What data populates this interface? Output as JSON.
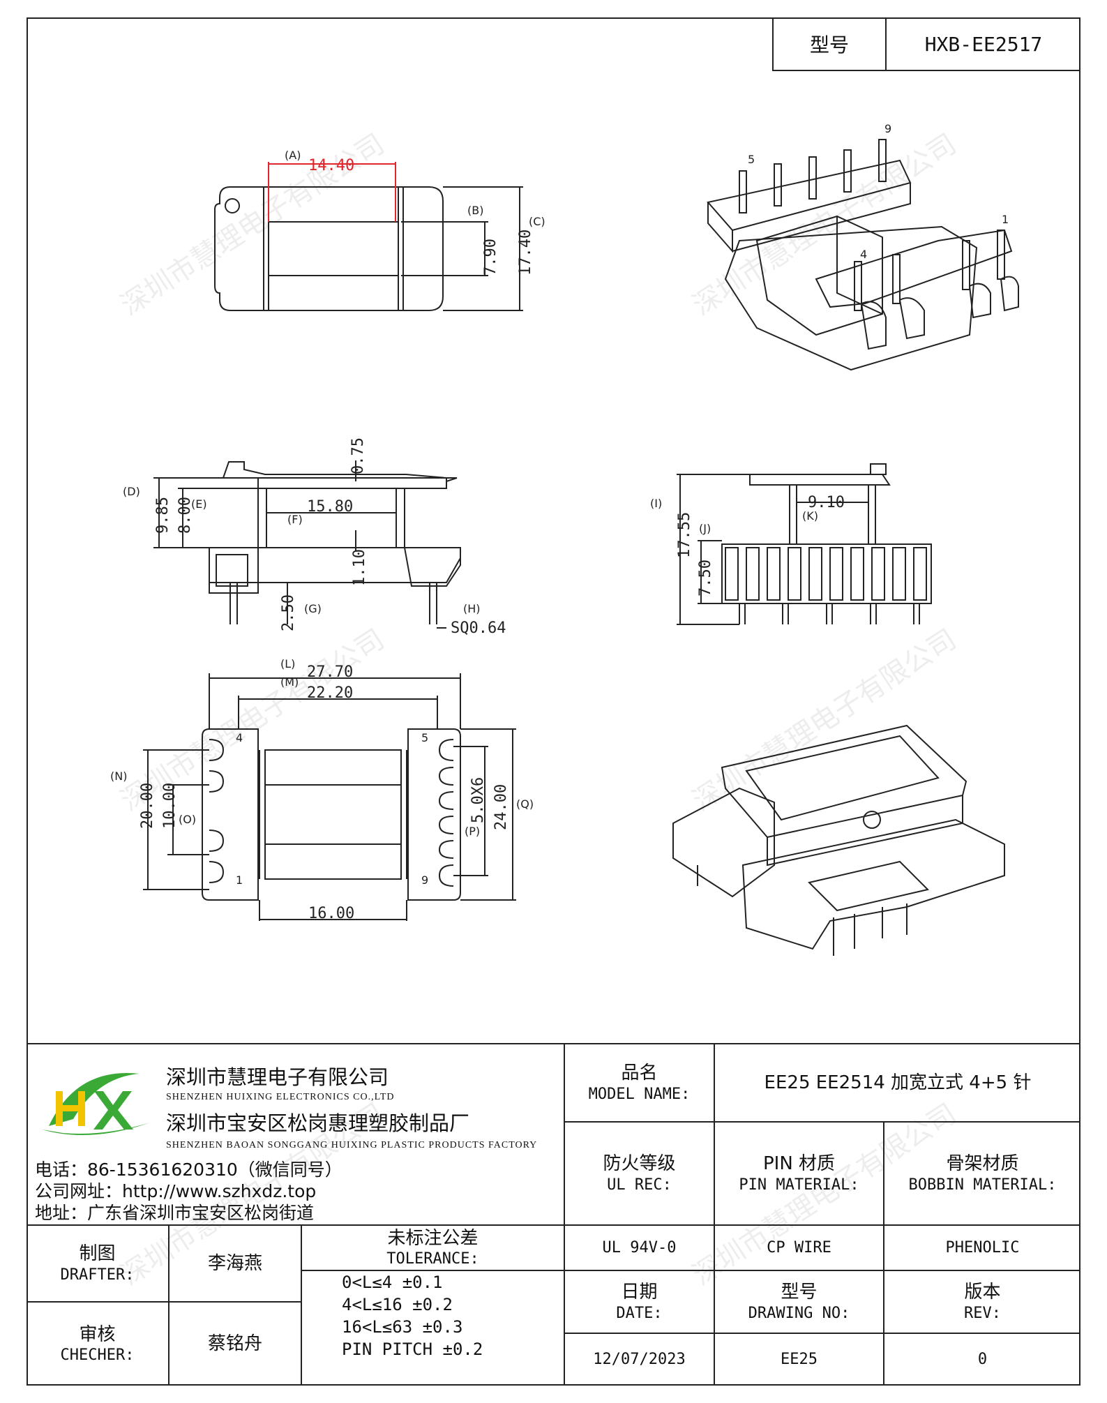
{
  "header": {
    "model_label": "型号",
    "model_value": "HXB-EE2517"
  },
  "watermark": "深圳市慧理电子有限公司",
  "drawing": {
    "top_view": {
      "dim_a_label": "(A)",
      "dim_a": "14.40",
      "dim_b_label": "(B)",
      "dim_b": "7.90",
      "dim_c_label": "(C)",
      "dim_c": "17.40"
    },
    "iso_top": {
      "pin_5": "5",
      "pin_9": "9",
      "pin_4": "4",
      "pin_1": "1"
    },
    "side_view": {
      "dim_075": "0.75",
      "dim_d_label": "(D)",
      "dim_d": "9.85",
      "dim_e_label": "(E)",
      "dim_e": "8.00",
      "dim_f_label": "(F)",
      "dim_f": "15.80",
      "dim_110": "1.10",
      "dim_g_label": "(G)",
      "dim_g": "2.50",
      "dim_h_label": "(H)",
      "dim_h": "SQ0.64"
    },
    "front_view": {
      "dim_i_label": "(I)",
      "dim_i": "17.55",
      "dim_j_label": "(J)",
      "dim_j": "7.50",
      "dim_k_label": "(K)",
      "dim_k": "9.10"
    },
    "bottom_view": {
      "dim_l_label": "(L)",
      "dim_l": "27.70",
      "dim_m_label": "(M)",
      "dim_m": "22.20",
      "dim_n_label": "(N)",
      "dim_n": "20.00",
      "dim_o_label": "(O)",
      "dim_o": "10.00",
      "dim_p_label": "(P)",
      "dim_p": "5.0X6",
      "dim_q_label": "(Q)",
      "dim_q": "24.00",
      "dim_16": "16.00",
      "pin_4": "4",
      "pin_1": "1",
      "pin_5": "5",
      "pin_9": "9"
    }
  },
  "title_block": {
    "company_cn": "深圳市慧理电子有限公司",
    "company_en": "SHENZHEN HUIXING ELECTRONICS CO.,LTD",
    "factory_cn": "深圳市宝安区松岗惠理塑胶制品厂",
    "factory_en": "SHENZHEN BAOAN SONGGANG HUIXING PLASTIC PRODUCTS FACTORY",
    "phone": "电话：86-15361620310（微信同号）",
    "website": "公司网址：http://www.szhxdz.top",
    "address": "地址：广东省深圳市宝安区松岗街道",
    "model_name_cn": "品名",
    "model_name_en": "MODEL NAME:",
    "model_name_value": "EE25 EE2514 加宽立式 4+5 针",
    "fire_cn": "防火等级",
    "fire_en": "UL REC:",
    "pin_mat_cn": "PIN 材质",
    "pin_mat_en": "PIN MATERIAL:",
    "bobbin_mat_cn": "骨架材质",
    "bobbin_mat_en": "BOBBIN MATERIAL:",
    "fire_value": "UL 94V-0",
    "pin_value": "CP WIRE",
    "bobbin_value": "PHENOLIC",
    "drafter_cn": "制图",
    "drafter_en": "DRAFTER:",
    "drafter_name": "李海燕",
    "checker_cn": "审核",
    "checker_en": "CHECHER:",
    "checker_name": "蔡铭舟",
    "tolerance_cn": "未标注公差",
    "tolerance_en": "TOLERANCE:",
    "tolerance_lines": [
      "0<L≤4   ±0.1",
      "4<L≤16  ±0.2",
      "16<L≤63 ±0.3",
      "PIN PITCH ±0.2"
    ],
    "date_cn": "日期",
    "date_en": "DATE:",
    "drawing_no_cn": "型号",
    "drawing_no_en": "DRAWING NO:",
    "rev_cn": "版本",
    "rev_en": "REV:",
    "date_value": "12/07/2023",
    "drawing_no_value": "EE25",
    "rev_value": "0"
  },
  "colors": {
    "logo_green": "#3aa935",
    "logo_yellow": "#f2c400",
    "dimension_red": "#e0252b",
    "line": "#222222"
  }
}
